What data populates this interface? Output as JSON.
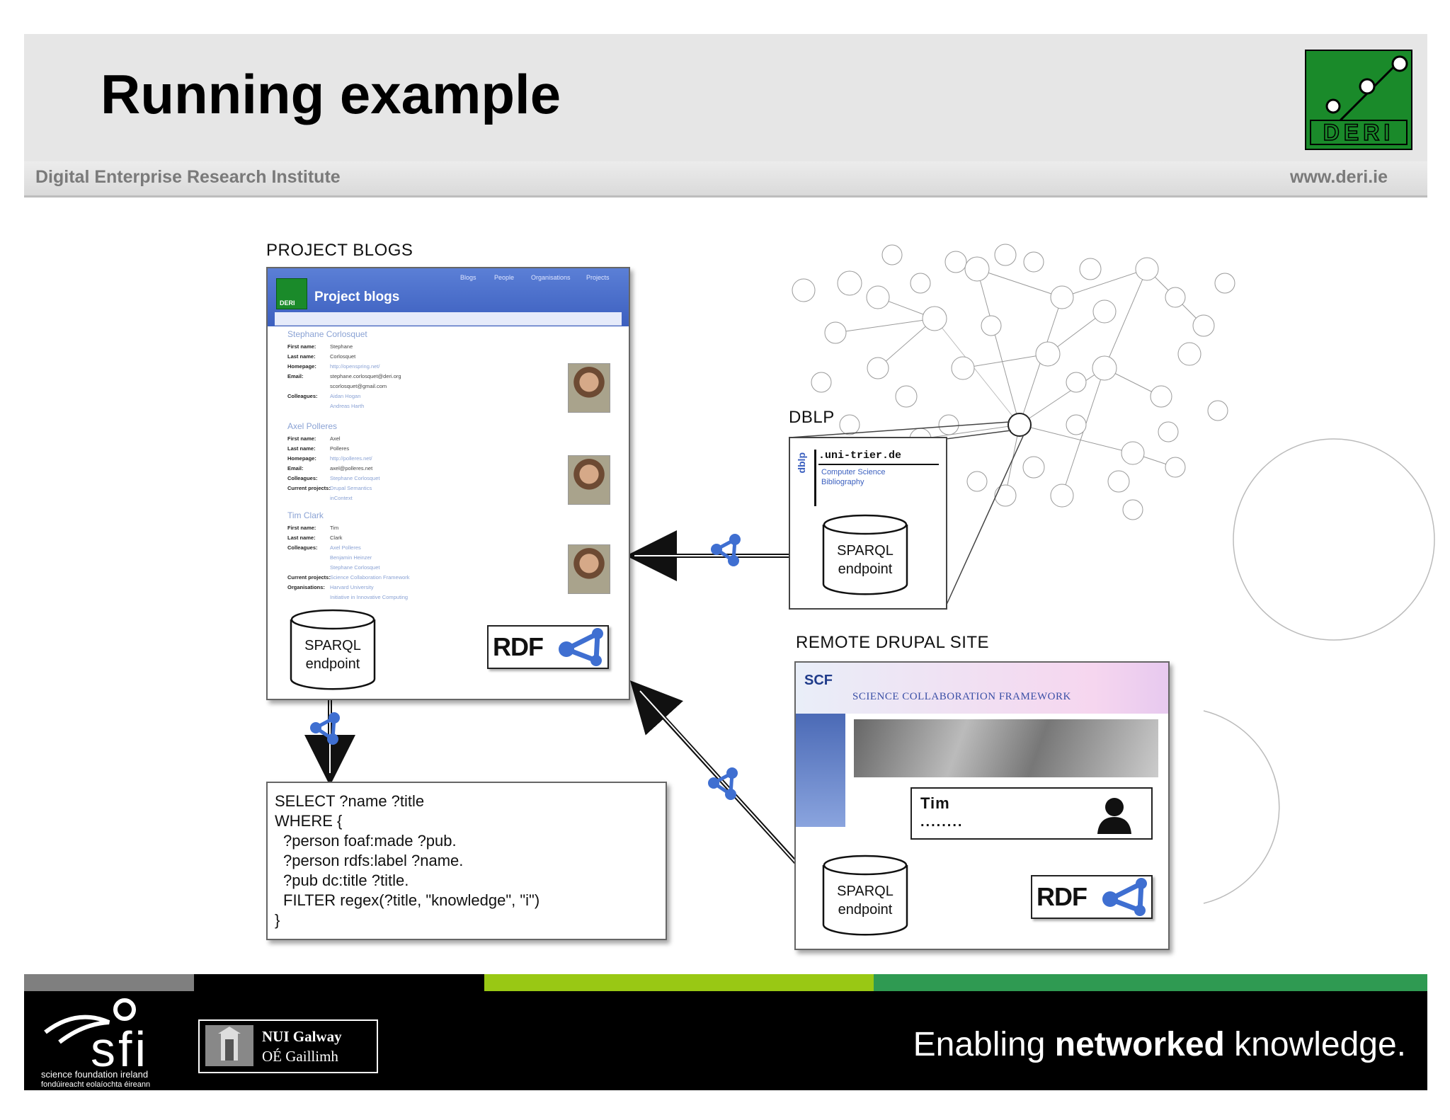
{
  "header": {
    "title": "Running example",
    "institute": "Digital Enterprise Research Institute",
    "website": "www.deri.ie",
    "logo_text": "DERI"
  },
  "colors": {
    "header_bg": "#e6e6e6",
    "deri_green": "#1a8a2a",
    "footer_lime": "#99c814",
    "footer_green": "#2f9a52",
    "link_blue": "#3a5fbf"
  },
  "sections": {
    "project_blogs": "PROJECT BLOGS",
    "dblp": "DBLP",
    "remote_drupal": "REMOTE DRUPAL SITE"
  },
  "blogs_panel": {
    "title": "Project blogs",
    "logo_text": "DERI",
    "nav": [
      "Blogs",
      "People",
      "Organisations",
      "Projects"
    ],
    "people": [
      {
        "name": "Stephane Corlosquet",
        "fields": [
          {
            "label": "First name:",
            "value": "Stephane"
          },
          {
            "label": "Last name:",
            "value": "Corlosquet"
          },
          {
            "label": "Homepage:",
            "value": "http://openspring.net/"
          },
          {
            "label": "Email:",
            "value": "stephane.corlosquet@deri.org"
          },
          {
            "label": "",
            "value": "scorlosquet@gmail.com"
          },
          {
            "label": "Colleagues:",
            "value": "Aidan Hogan"
          },
          {
            "label": "",
            "value": "Andreas Harth"
          }
        ]
      },
      {
        "name": "Axel Polleres",
        "fields": [
          {
            "label": "First name:",
            "value": "Axel"
          },
          {
            "label": "Last name:",
            "value": "Polleres"
          },
          {
            "label": "Homepage:",
            "value": "http://polleres.net/"
          },
          {
            "label": "Email:",
            "value": "axel@polleres.net"
          },
          {
            "label": "Colleagues:",
            "value": "Stephane Corlosquet"
          },
          {
            "label": "Current projects:",
            "value": "Drupal Semantics"
          },
          {
            "label": "",
            "value": "inContext"
          }
        ]
      },
      {
        "name": "Tim Clark",
        "fields": [
          {
            "label": "First name:",
            "value": "Tim"
          },
          {
            "label": "Last name:",
            "value": "Clark"
          },
          {
            "label": "Colleagues:",
            "value": "Axel Polleres"
          },
          {
            "label": "",
            "value": "Benjamin Heinzer"
          },
          {
            "label": "",
            "value": "Stephane Corlosquet"
          },
          {
            "label": "Current projects:",
            "value": "Science Collaboration Framework"
          },
          {
            "label": "Organisations:",
            "value": "Harvard University"
          },
          {
            "label": "",
            "value": "Initiative in Innovative Computing"
          }
        ]
      }
    ]
  },
  "sparql_endpoint": {
    "line1": "SPARQL",
    "line2": "endpoint"
  },
  "rdf_label": "RDF",
  "query": {
    "lines": [
      "SELECT ?name ?title",
      "WHERE {",
      "  ?person foaf:made ?pub.",
      "  ?person rdfs:label ?name.",
      "  ?pub dc:title ?title.",
      "  FILTER regex(?title, \"knowledge\", \"i\")",
      "}"
    ]
  },
  "dblp_box": {
    "url": ".uni-trier.de",
    "vertical_logo": "dblp",
    "subtitle_1": "Computer Science",
    "subtitle_2": "Bibliography"
  },
  "drupal_site": {
    "logo": "SCF",
    "title": "SCIENCE COLLABORATION FRAMEWORK",
    "login_name": "Tim",
    "login_password": "........"
  },
  "footer": {
    "sfi_line1": "science foundation ireland",
    "sfi_line2": "fondúireacht eolaíochta éireann",
    "nui_line1": "NUI Galway",
    "nui_line2": "OÉ Gaillimh",
    "tagline_pre": "Enabling ",
    "tagline_bold": "networked",
    "tagline_post": " knowledge."
  }
}
